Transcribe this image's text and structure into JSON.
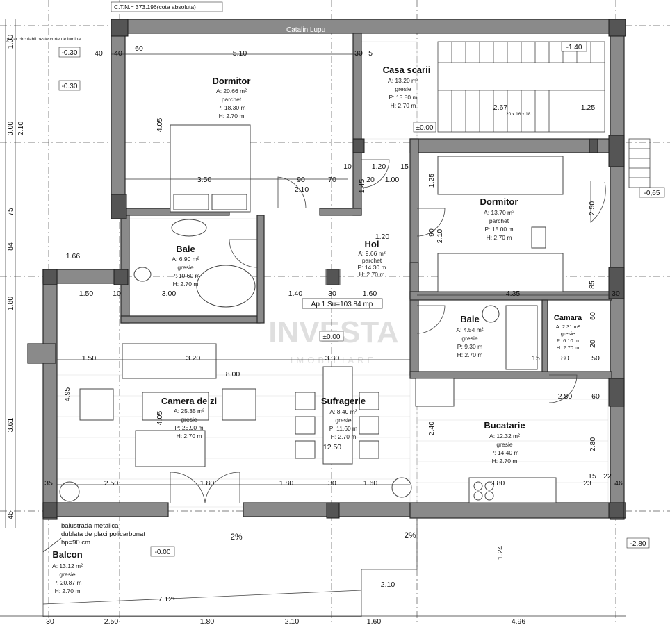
{
  "header": {
    "ctn": "C.T.N.= 373.196(cota absoluta)",
    "author": "Catalin Lupu"
  },
  "watermark": {
    "brand": "INVESTA",
    "sub": "IMOBILIARE"
  },
  "rooms": {
    "dormitor1": {
      "name": "Dormitor",
      "area": "A: 20.66 m²",
      "floor": "parchet",
      "perimeter": "P: 18.30 m",
      "height": "H: 2.70 m"
    },
    "casa_scarii": {
      "name": "Casa scarii",
      "area": "A: 13.20 m²",
      "floor": "gresie",
      "perimeter": "P: 15.80 m",
      "height": "H: 2.70 m"
    },
    "dormitor2": {
      "name": "Dormitor",
      "area": "A: 13.70 m²",
      "floor": "parchet",
      "perimeter": "P: 15.00 m",
      "height": "H: 2.70 m"
    },
    "baie1": {
      "name": "Baie",
      "area": "A: 6.90 m²",
      "floor": "gresie",
      "perimeter": "P: 10.60 m",
      "height": "H: 2.70 m"
    },
    "hol": {
      "name": "Hol",
      "area": "A: 9.66 m²",
      "floor": "parchet",
      "perimeter": "P: 14.30 m",
      "height": "H: 2.70 m"
    },
    "baie2": {
      "name": "Baie",
      "area": "A: 4.54 m²",
      "floor": "gresie",
      "perimeter": "P: 9.30 m",
      "height": "H: 2.70 m"
    },
    "camara": {
      "name": "Camara",
      "area": "A: 2.31 m²",
      "floor": "gresie",
      "perimeter": "P: 6.10 m",
      "height": "H: 2.70 m"
    },
    "camera_zi": {
      "name": "Camera de zi",
      "area": "A: 25.35 m²",
      "floor": "gresie",
      "perimeter": "P: 25.90 m",
      "height": "H: 2.70 m"
    },
    "sufragerie": {
      "name": "Sufragerie",
      "area": "A: 8.40 m²",
      "floor": "gresie",
      "perimeter": "P: 11.60 m",
      "height": "H: 2.70 m"
    },
    "bucatarie": {
      "name": "Bucatarie",
      "area": "A: 12.32 m²",
      "floor": "gresie",
      "perimeter": "P: 14.40 m",
      "height": "H: 2.70 m"
    },
    "balcon": {
      "name": "Balcon",
      "area": "A: 13.12 m²",
      "floor": "gresie",
      "perimeter": "P: 20.87 m",
      "height": "H: 2.70 m"
    }
  },
  "apartment": "Ap 1 Su=103.84 mp",
  "levels": [
    "-0.30",
    "-0.30",
    "-1.40",
    "±0.00",
    "±0.00",
    "-0,65",
    "-0.00",
    "-2.80"
  ],
  "notes": {
    "balustrada": [
      "balustrada metalica",
      "dublata de placi policarbonat",
      "hp=90 cm"
    ],
    "gratar": "gratar circulabil peste curte de lumina",
    "slope": "2%",
    "stair": "20 x 16 x 18"
  },
  "dims_top": [
    "40",
    "5.10",
    "30",
    "5",
    "60",
    "40"
  ],
  "dims_bottom": [
    "30",
    "2.50",
    "1.80",
    "2.10",
    "1.60",
    "4.96"
  ],
  "dims_left": [
    "1.00",
    "3.00",
    "2.10",
    "75",
    "84",
    "1.80",
    "3.61",
    "46"
  ],
  "dims_inner": [
    "3.50",
    "90",
    "70",
    "10",
    "1.20",
    "15",
    "1.00",
    "2.10",
    "1.45",
    "20",
    "1.66",
    "1.50",
    "10",
    "1.20",
    "1.40",
    "30",
    "1.60",
    "4.35",
    "3.00",
    "8.00",
    "3.20",
    "1.50",
    "3.30",
    "12.50",
    "2.50",
    "1.80",
    "1.80",
    "30",
    "1.60",
    "3.80",
    "35",
    "2.80",
    "2.40",
    "4.05",
    "4.95",
    "4.05",
    "2.67",
    "1.25",
    "2.10",
    "7.12⁵",
    "1.24",
    "2.10",
    "80",
    "60",
    "15",
    "50",
    "20",
    "30",
    "85",
    "2.80",
    "1.25",
    "2.50",
    "90",
    "60",
    "15",
    "22",
    "46",
    "23"
  ]
}
